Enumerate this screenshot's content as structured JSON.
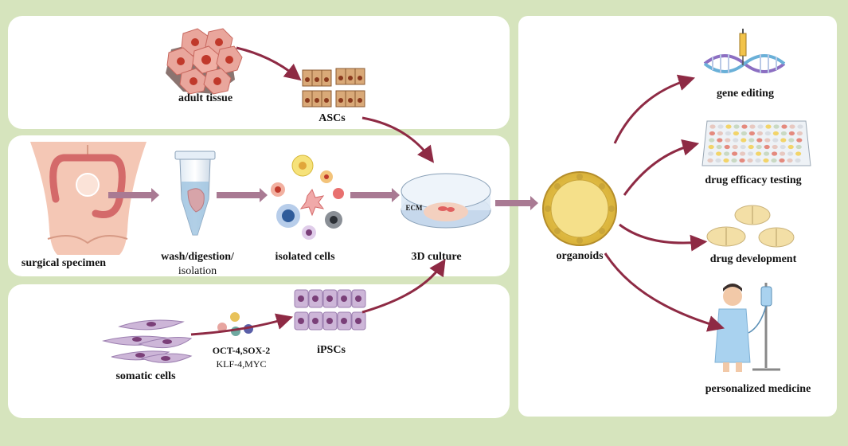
{
  "colors": {
    "background": "#d6e4bd",
    "panel": "#ffffff",
    "arrow_curve": "#8e2a44",
    "arrow_block": "#a97a93",
    "organoid_fill": "#e7c84a",
    "cell_purple": "#cdb6d8",
    "cell_nucleus": "#7a3f78"
  },
  "labels": {
    "adult_tissue": "adult tissue",
    "ascs": "ASCs",
    "surgical_specimen": "surgical specimen",
    "wash_digestion": "wash/digestion/",
    "isolation": "isolation",
    "isolated_cells": "isolated cells",
    "ecm": "ECM",
    "culture_3d": "3D culture",
    "organoids": "organoids",
    "somatic_cells": "somatic cells",
    "factors_line1": "OCT-4,SOX-2",
    "factors_line2": "KLF-4,MYC",
    "ipscs": "iPSCs",
    "gene_editing": "gene editing",
    "drug_efficacy_testing": "drug efficacy testing",
    "drug_development": "drug development",
    "personalized_medicine": "personalized medicine"
  },
  "icons": [
    "adult-tissue-cells-icon",
    "epithelium-icon",
    "abdomen-colon-icon",
    "centrifuge-tube-icon",
    "isolated-cells-icon",
    "petri-dish-icon",
    "organoid-icon",
    "fibroblast-icon",
    "transcription-factor-dots-icon",
    "ipsc-grid-icon",
    "dna-syringe-icon",
    "well-plate-icon",
    "tablets-icon",
    "patient-iv-icon"
  ]
}
